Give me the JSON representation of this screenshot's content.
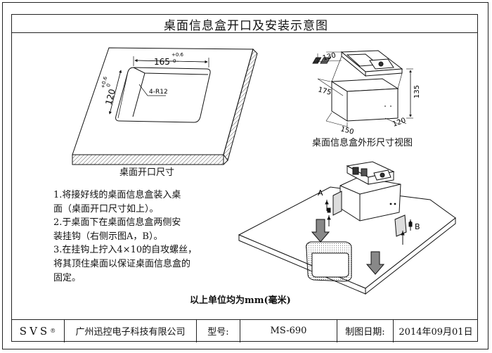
{
  "title": "桌面信息盒开口及安装示意图",
  "cutout": {
    "caption": "桌面开口尺寸",
    "width_label": "165",
    "width_tol_upper": "+0.6",
    "width_tol_lower": "0",
    "depth_label": "120",
    "depth_tol_upper": "+0.6",
    "depth_tol_lower": "0",
    "radius_label": "4-R12"
  },
  "box_view": {
    "caption": "桌面信息盒外形尺寸视图",
    "dims": [
      "130",
      "175",
      "135",
      "150",
      "120"
    ]
  },
  "install_view": {
    "label_a": "A",
    "label_b": "B"
  },
  "instructions": [
    "1.将接好线的桌面信息盒装入桌",
    "面（桌面开口尺寸如上）。",
    "2.于桌面下在桌面信息盒两侧安",
    "装挂钩（右侧示图A，B）。",
    "3.在挂钩上拧入4×10的自攻螺丝，",
    "将其顶住桌面以保证桌面信息盒的",
    "固定。"
  ],
  "unit_note": "以上单位均为mm(毫米)",
  "title_block": {
    "logo": "SVS",
    "logo_mark": "®",
    "company": "广州迅控电子科技有限公司",
    "model_label": "型号:",
    "model_value": "MS-690",
    "date_label": "制图日期:",
    "date_value": "2014年09月01日"
  }
}
